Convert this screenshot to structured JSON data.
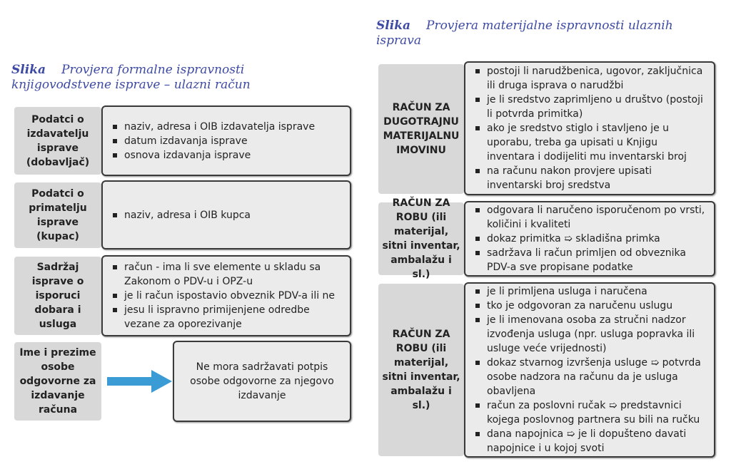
{
  "left": {
    "title_prefix": "Slika",
    "title": "Provjera formalne ispravnosti knjigovodstvene isprave – ulazni račun",
    "rows": [
      {
        "label": "Podatci o izdavatelju isprave (dobavljač)",
        "items": [
          "naziv, adresa i OIB izdavatelja isprave",
          "datum izdavanja isprave",
          "osnova izdavanja isprave"
        ]
      },
      {
        "label": "Podatci o primatelju isprave (kupac)",
        "items": [
          "naziv, adresa i OIB kupca"
        ]
      },
      {
        "label": "Sadržaj isprave o isporuci dobara i usluga",
        "items": [
          "račun - ima li sve elemente u skladu sa Zakonom o PDV-u i OPZ-u",
          "je li račun ispostavio obveznik PDV-a ili ne",
          "jesu li ispravno primijenjene odredbe vezane za oporezivanje"
        ]
      }
    ],
    "last": {
      "label": "Ime i prezime osobe odgovorne za izdavanje računa",
      "text": "Ne mora sadržavati potpis osobe odgovorne za njegovo izdavanje",
      "arrow_color": "#3a9bd5"
    }
  },
  "right": {
    "title_prefix": "Slika",
    "title": "Provjera materijalne ispravnosti ulaznih isprava",
    "rows": [
      {
        "label": "RAČUN ZA DUGOTRAJNU MATERIJALNU IMOVINU",
        "items": [
          "postoji li narudžbenica, ugovor, zaključnica ili druga isprava o narudžbi",
          "je li sredstvo zaprimljeno u društvo (postoji li potvrda primitka)",
          "ako je sredstvo stiglo i stavljeno je u uporabu, treba ga upisati u Knjigu inventara i dodijeliti mu inventarski broj",
          "na računu nakon provjere upisati inventarski broj sredstva"
        ]
      },
      {
        "label": "RAČUN ZA ROBU (ili materijal, sitni inventar, ambalažu i sl.)",
        "items": [
          "odgovara li naručeno isporučenom po vrsti, količini i kvaliteti",
          "dokaz primitka ➯ skladišna primka",
          "sadržava li račun primljen od obveznika PDV-a sve propisane podatke"
        ]
      },
      {
        "label": "RAČUN ZA ROBU (ili materijal, sitni inventar, ambalažu i sl.)",
        "items": [
          "je li primljena usluga i naručena",
          "tko je odgovoran za naručenu uslugu",
          "je li imenovana osoba za stručni nadzor izvođenja usluga (npr. usluga popravka ili usluge veće vrijednosti)",
          "dokaz stvarnog izvršenja usluge ➯ potvrda osobe nadzora na računu da je usluga obavljena",
          "račun za poslovni ručak ➯ predstavnici kojega poslovnog partnera su bili na ručku",
          "dana napojnica ➯ je li dopušteno davati napojnice i u kojoj svoti"
        ]
      }
    ]
  }
}
